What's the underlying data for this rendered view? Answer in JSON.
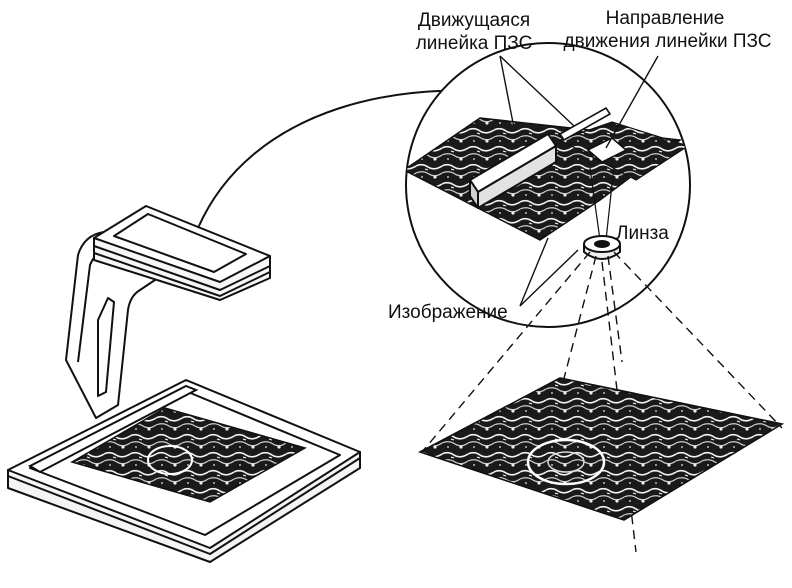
{
  "labels": {
    "moving_ccd_line1": "Движущаяся",
    "moving_ccd_line2": "линейка ПЗС",
    "direction_line1": "Направление",
    "direction_line2": "движения линейки ПЗС",
    "lens": "Линза",
    "image": "Изображение"
  },
  "colors": {
    "stroke": "#111111",
    "paper": "#ffffff",
    "image_dark": "#1a1a1a"
  }
}
